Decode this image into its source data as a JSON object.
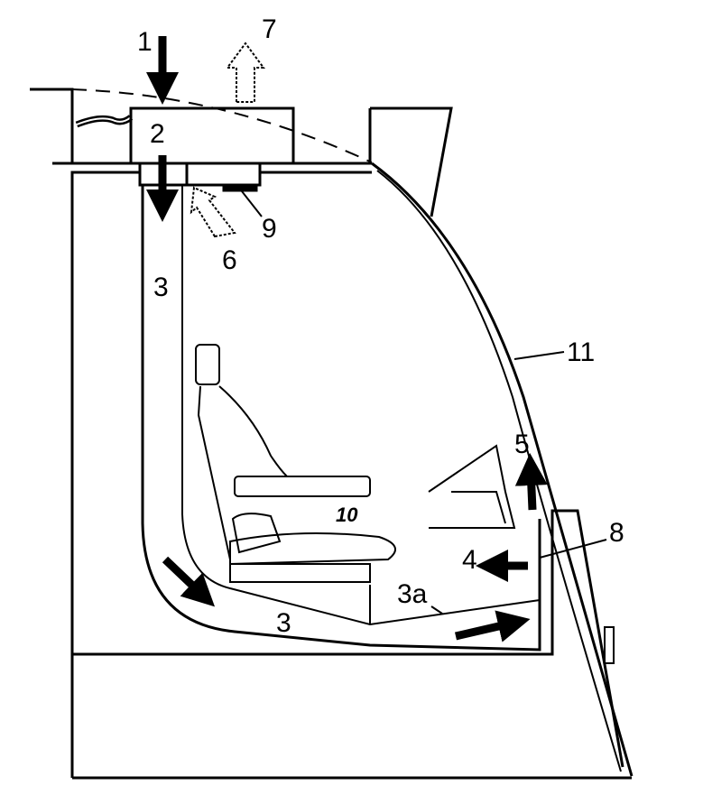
{
  "figure": {
    "labels": {
      "l1": "1",
      "l2": "2",
      "l3_top": "3",
      "l3_bottom": "3",
      "l3a": "3a",
      "l4": "4",
      "l5": "5",
      "l6": "6",
      "l7": "7",
      "l8": "8",
      "l9": "9",
      "l10": "10",
      "l11": "11"
    },
    "colors": {
      "ink": "#000000",
      "background": "#ffffff"
    }
  }
}
